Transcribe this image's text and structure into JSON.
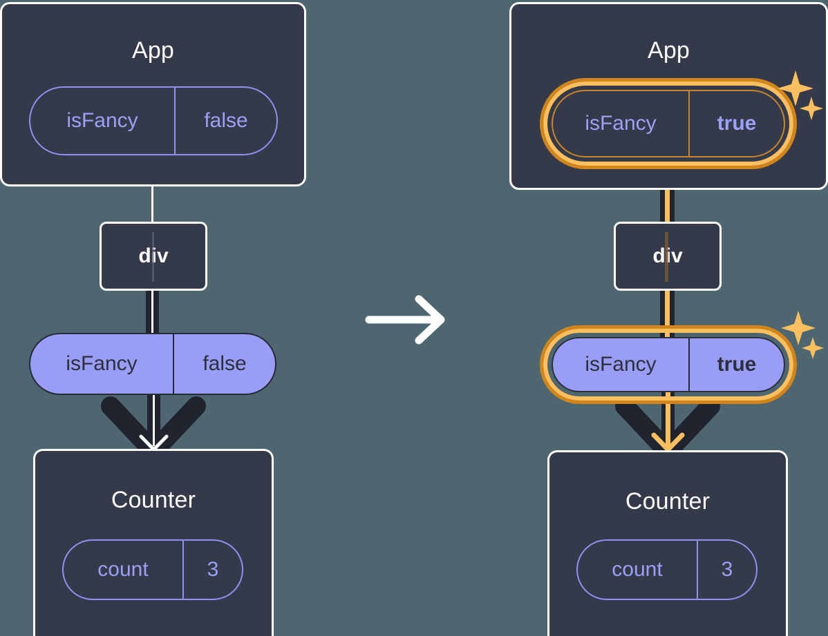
{
  "diagram": {
    "title": "React state propagation: isFancy false to true",
    "background_color": "#4d6670",
    "panels": [
      {
        "id": "before",
        "root": {
          "label": "App",
          "pill": {
            "name": "isFancy",
            "value": "false",
            "style": "outline",
            "highlighted": false
          }
        },
        "middle": {
          "label": "div"
        },
        "prop_pill": {
          "name": "isFancy",
          "value": "false",
          "style": "solid",
          "highlighted": false
        },
        "leaf": {
          "label": "Counter",
          "pill": {
            "name": "count",
            "value": "3",
            "style": "outline",
            "highlighted": false
          }
        }
      },
      {
        "id": "after",
        "root": {
          "label": "App",
          "pill": {
            "name": "isFancy",
            "value": "true",
            "style": "outline",
            "highlighted": true
          }
        },
        "middle": {
          "label": "div"
        },
        "prop_pill": {
          "name": "isFancy",
          "value": "true",
          "style": "solid",
          "highlighted": true
        },
        "leaf": {
          "label": "Counter",
          "pill": {
            "name": "count",
            "value": "3",
            "style": "outline",
            "highlighted": false
          }
        }
      }
    ],
    "transition_icon": "right-arrow-icon",
    "sparkle_icon": "sparkle-icon",
    "colors": {
      "node_fill": "#343a4a",
      "node_border": "#ffffff",
      "pill_purple": "#9a9df5",
      "pill_outline": "#8f91f2",
      "pill_text_light": "#9ca0f7",
      "pill_text_dark": "#2b303c",
      "highlight_light": "#fbbf5f",
      "highlight_dark": "#d2851a",
      "connector_dark": "#20242f",
      "connector_light": "#ffffff"
    }
  }
}
